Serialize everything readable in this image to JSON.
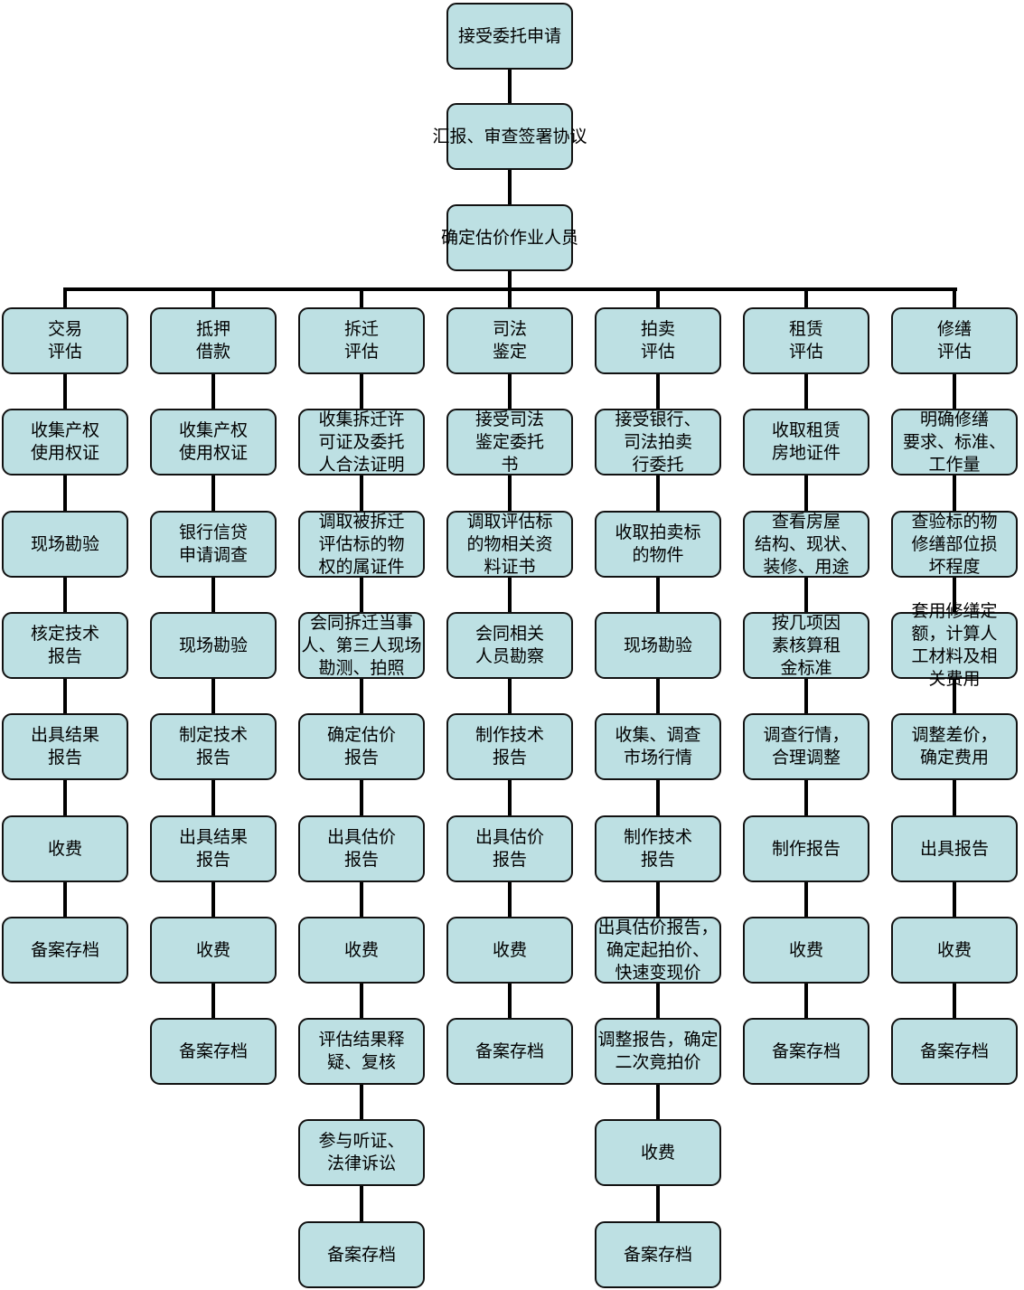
{
  "colors": {
    "box_fill": "#bde0e3",
    "border": "#111111",
    "connector": "#000000"
  },
  "top_chain": [
    "接受委托申请",
    "汇报、审查签署协议",
    "确定估价作业人员"
  ],
  "columns": [
    {
      "steps": [
        "交易\n评估",
        "收集产权\n使用权证",
        "现场勘验",
        "核定技术\n报告",
        "出具结果\n报告",
        "收费",
        "备案存档"
      ]
    },
    {
      "steps": [
        "抵押\n借款",
        "收集产权\n使用权证",
        "银行信贷\n申请调查",
        "现场勘验",
        "制定技术\n报告",
        "出具结果\n报告",
        "收费",
        "备案存档"
      ]
    },
    {
      "steps": [
        "拆迁\n评估",
        "收集拆迁许\n可证及委托\n人合法证明",
        "调取被拆迁\n评估标的物\n权的属证件",
        "会同拆迁当事\n人、第三人现场\n勘测、拍照",
        "确定估价\n报告",
        "出具估价\n报告",
        "收费",
        "评估结果释\n疑、复核",
        "参与听证、\n法律诉讼",
        "备案存档"
      ]
    },
    {
      "steps": [
        "司法\n鉴定",
        "接受司法\n鉴定委托\n书",
        "调取评估标\n的物相关资\n料证书",
        "会同相关\n人员勘察",
        "制作技术\n报告",
        "出具估价\n报告",
        "收费",
        "备案存档"
      ]
    },
    {
      "steps": [
        "拍卖\n评估",
        "接受银行、\n司法拍卖\n行委托",
        "收取拍卖标\n的物件",
        "现场勘验",
        "收集、调查\n市场行情",
        "制作技术\n报告",
        "出具估价报告，\n确定起拍价、\n快速变现价",
        "调整报告，确定\n二次竟拍价",
        "收费",
        "备案存档"
      ]
    },
    {
      "steps": [
        "租赁\n评估",
        "收取租赁\n房地证件",
        "查看房屋\n结构、现状、\n装修、用途",
        "按几项因\n素核算租\n金标准",
        "调查行情，\n合理调整",
        "制作报告",
        "收费",
        "备案存档"
      ]
    },
    {
      "steps": [
        "修缮\n评估",
        "明确修缮\n要求、标准、\n工作量",
        "查验标的物\n修缮部位损\n坏程度",
        "套用修缮定\n额，计算人\n工材料及相\n关费用",
        "调整差价，\n确定费用",
        "出具报告",
        "收费",
        "备案存档"
      ]
    }
  ]
}
